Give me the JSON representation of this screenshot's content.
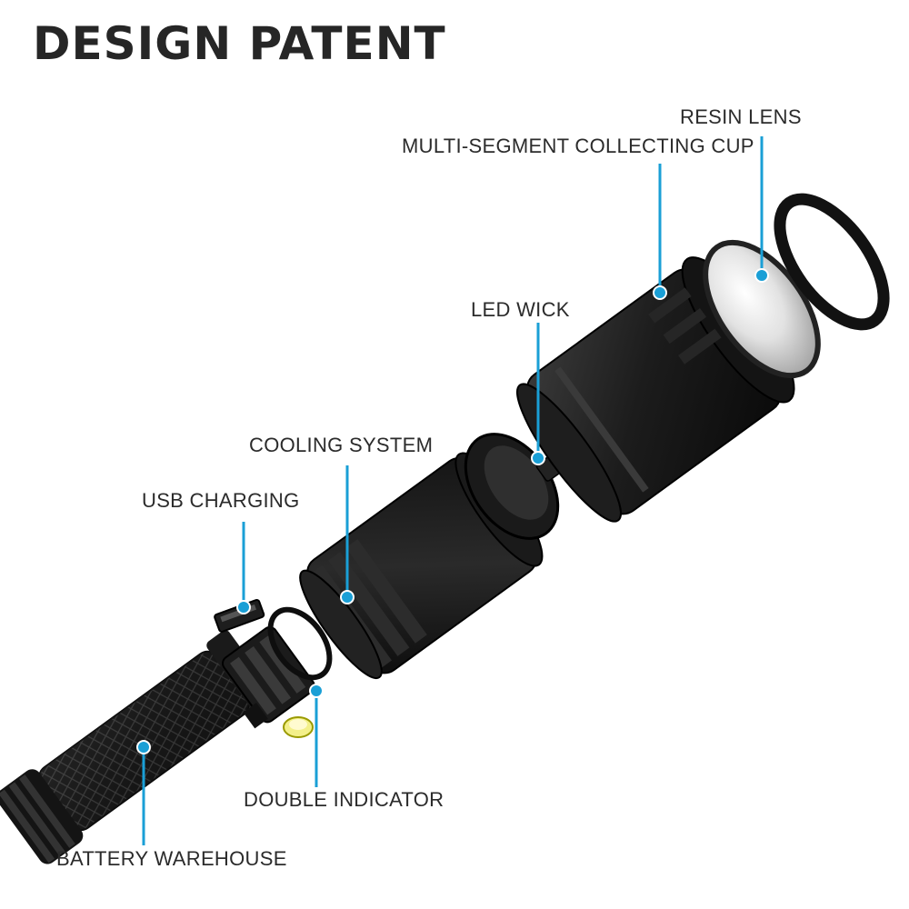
{
  "title": "DESIGN PATENT",
  "accent_color": "#1a9fd6",
  "labels": {
    "resin_lens": "RESIN LENS",
    "collecting_cup": "MULTI-SEGMENT COLLECTING CUP",
    "led_wick": "LED WICK",
    "cooling_system": "COOLING SYSTEM",
    "usb_charging": "USB CHARGING",
    "double_indicator": "DOUBLE INDICATOR",
    "battery_warehouse": "BATTERY WAREHOUSE"
  }
}
